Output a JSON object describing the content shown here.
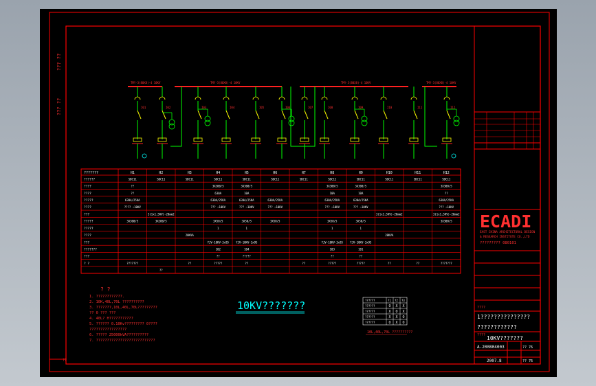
{
  "title_block": {
    "logo": "ECADI",
    "company_en_1": "EAST CHINA ARCHITECTURAL DESIGN",
    "company_en_2": "& RESEARCH INSTITUTE CO.,LTD",
    "company_code": "????????? 080101",
    "project_label": "????",
    "project_name": "1???????????????",
    "drawing_label": "????",
    "drawing_name": "????????????",
    "subtitle": "10KV???????",
    "drawing_no": "A-200804003",
    "sheet_total": "?? 76",
    "date": "2007.8",
    "sheet_no": "?? 76"
  },
  "diagram": {
    "title": "10KV???????",
    "bus_labels": [
      "TMY-3(80X8)-4 10KV",
      "TMY-3(80X8)-4 10KV",
      "TMY-3(80X8)-4 10KV",
      "TMY-3(80X8)-4 10KV"
    ],
    "feeder_tags": [
      "I01",
      "I02",
      "I03",
      "I04",
      "I05",
      "I06",
      "I07",
      "I08",
      "I09",
      "I10",
      "I11",
      "I12"
    ]
  },
  "table": {
    "row_labels": [
      "???????",
      "??????",
      "????",
      "????",
      "?????",
      "????",
      "???",
      "?????",
      "?????",
      "????",
      "???",
      "???????",
      "???",
      "? ?"
    ],
    "columns": [
      {
        "id": "H1",
        "cells": [
          "SDC11",
          "??",
          "??",
          "630A/25KA",
          "???? ~10KV",
          "",
          "3X300/5",
          "",
          "",
          "",
          "",
          "",
          "???????",
          ""
        ]
      },
      {
        "id": "H2",
        "cells": [
          "SDC11",
          "",
          "",
          "",
          "",
          "3(1x1,5KV)-20mm2",
          "3X200/5",
          "",
          "",
          "",
          "",
          "",
          "",
          "??"
        ]
      },
      {
        "id": "H3",
        "cells": [
          "SDC11",
          "",
          "",
          "",
          "",
          "",
          "",
          "",
          "20KVA",
          "",
          "",
          "",
          "??",
          ""
        ]
      },
      {
        "id": "H4",
        "cells": [
          "SDC11",
          "3X300/5",
          "630A",
          "630A/25KA",
          "??? ~10KV",
          "",
          "3X50/5",
          "1",
          "",
          "YJV-10KV-3x95",
          "102",
          "??",
          "?????",
          ""
        ]
      },
      {
        "id": "H5",
        "cells": [
          "SDC11",
          "3X300/5",
          "10A",
          "630A/25KA",
          "??? ~10KV",
          "",
          "3X50/5",
          "1",
          "",
          "YJV-10KV-3x95",
          "104",
          "?????",
          "??",
          ""
        ]
      },
      {
        "id": "H6",
        "cells": [
          "SDC11",
          "",
          "",
          "630A/25KA",
          "??? ~10KV",
          "",
          "3X50/5",
          "",
          "",
          "",
          "",
          "",
          "",
          ""
        ]
      },
      {
        "id": "H7",
        "cells": [
          "SDC11",
          "",
          "",
          "",
          "",
          "",
          "",
          "",
          "",
          "",
          "",
          "",
          "??",
          ""
        ]
      },
      {
        "id": "H8",
        "cells": [
          "SDC11",
          "3X300/5",
          "10A",
          "630A/25KA",
          "??? ~10KV",
          "",
          "3X50/5",
          "1",
          "",
          "YJV-10KV-3x95",
          "103",
          "??",
          "?????",
          ""
        ]
      },
      {
        "id": "H9",
        "cells": [
          "SDC11",
          "3X300/5",
          "10A",
          "630A/25KA",
          "??? ~10KV",
          "",
          "3X50/5",
          "1",
          "",
          "YJV-10KV-3x95",
          "101",
          "??",
          "?????",
          ""
        ]
      },
      {
        "id": "H10",
        "cells": [
          "SDC11",
          "",
          "",
          "",
          "",
          "3(1x1,5KV)-20mm2",
          "",
          "",
          "20KVA",
          "",
          "",
          "",
          "??",
          ""
        ]
      },
      {
        "id": "H11",
        "cells": [
          "SDC11",
          "",
          "",
          "",
          "",
          "",
          "",
          "",
          "",
          "",
          "",
          "",
          "??",
          ""
        ]
      },
      {
        "id": "H12",
        "cells": [
          "SDC11",
          "3X300/5",
          "??",
          "630A/25KA",
          "??? ~10KV",
          "3(1x1,5KV)-20mm2",
          "3X300/5",
          "",
          "",
          "",
          "",
          "",
          "???????",
          ""
        ]
      }
    ]
  },
  "notes": {
    "heading": "? ?",
    "lines": [
      "1. ????????????.",
      "2. 10K,40L,70L ??????????",
      "3. ???????,10L,40L,70L?????????",
      "   ?? 0 ???   ???",
      "4. 40L? H???????????",
      "5. ?????? 0.10Kv????????? 0????",
      "   ?????????????????",
      "6. ????? 25000kVA??????????",
      "7. ???????????????????????????"
    ]
  },
  "legend": {
    "header": [
      "??????",
      "?1",
      "?2",
      "?3"
    ],
    "rows": [
      "??????",
      "??????",
      "??????",
      "??????"
    ],
    "marks": [
      [
        "O",
        "X",
        "X"
      ],
      [
        "X",
        "O",
        "X"
      ],
      [
        "X",
        "X",
        "O"
      ],
      [
        "O",
        "X",
        "O"
      ]
    ],
    "caption": "10L,40L,70L ??????????"
  },
  "margin_labels": [
    "??? ??",
    "??? ??",
    "??"
  ],
  "colors": {
    "frame": "#ff0000",
    "bus": "#ff2020",
    "wire": "#00ff00",
    "device": "#ffff00",
    "text": "#ff3030",
    "title": "#00ffff",
    "background": "#000000"
  }
}
